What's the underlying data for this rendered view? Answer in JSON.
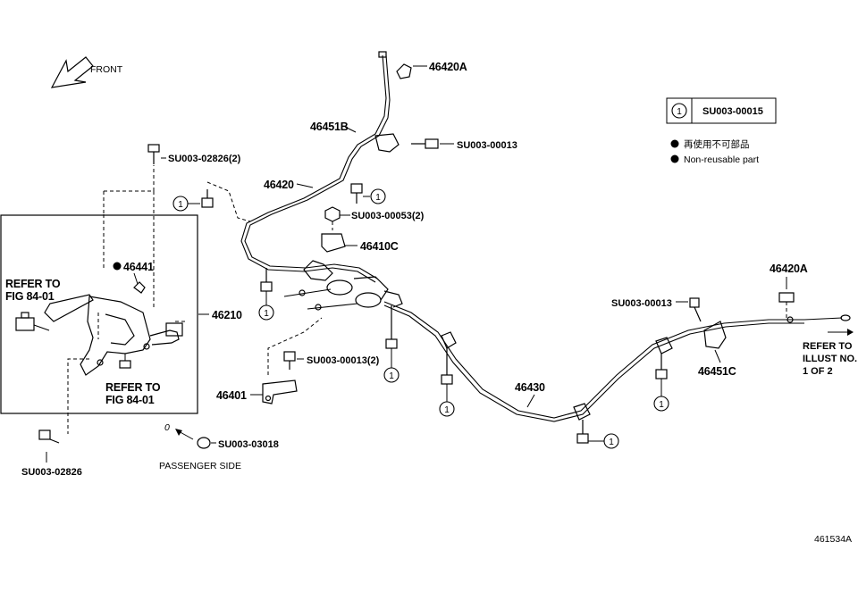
{
  "orientation": {
    "front_label": "FRONT"
  },
  "legend": {
    "circle_number": "1",
    "circle_code": "SU003-00015",
    "non_reusable_jp": "再使用不可部品",
    "non_reusable_en": "Non-reusable part"
  },
  "parts": {
    "p46420A_top": "46420A",
    "p46451B": "46451B",
    "p46420": "46420",
    "p46410C": "46410C",
    "p46441": "46441",
    "p46210": "46210",
    "p46401": "46401",
    "p46430": "46430",
    "p46420A_right": "46420A",
    "p46451C": "46451C"
  },
  "fasteners": {
    "su_00013_top": "SU003-00013",
    "su_02826_2": "SU003-02826(2)",
    "su_00053_2": "SU003-00053(2)",
    "su_00013_right": "SU003-00013",
    "su_00013_2": "SU003-00013(2)",
    "su_03018": "SU003-03018",
    "su_02826": "SU003-02826"
  },
  "references": {
    "refer_fig_left_1": "REFER TO",
    "refer_fig_left_2": "FIG 84-01",
    "refer_fig_mid_1": "REFER TO",
    "refer_fig_mid_2": "FIG 84-01",
    "refer_illust_1": "REFER TO",
    "refer_illust_2": "ILLUST NO.",
    "refer_illust_3": "1 OF 2"
  },
  "notes": {
    "passenger_side": "PASSENGER SIDE",
    "drawing_number": "461534A",
    "small_o": "0"
  },
  "markers": {
    "circled_one": "1"
  }
}
